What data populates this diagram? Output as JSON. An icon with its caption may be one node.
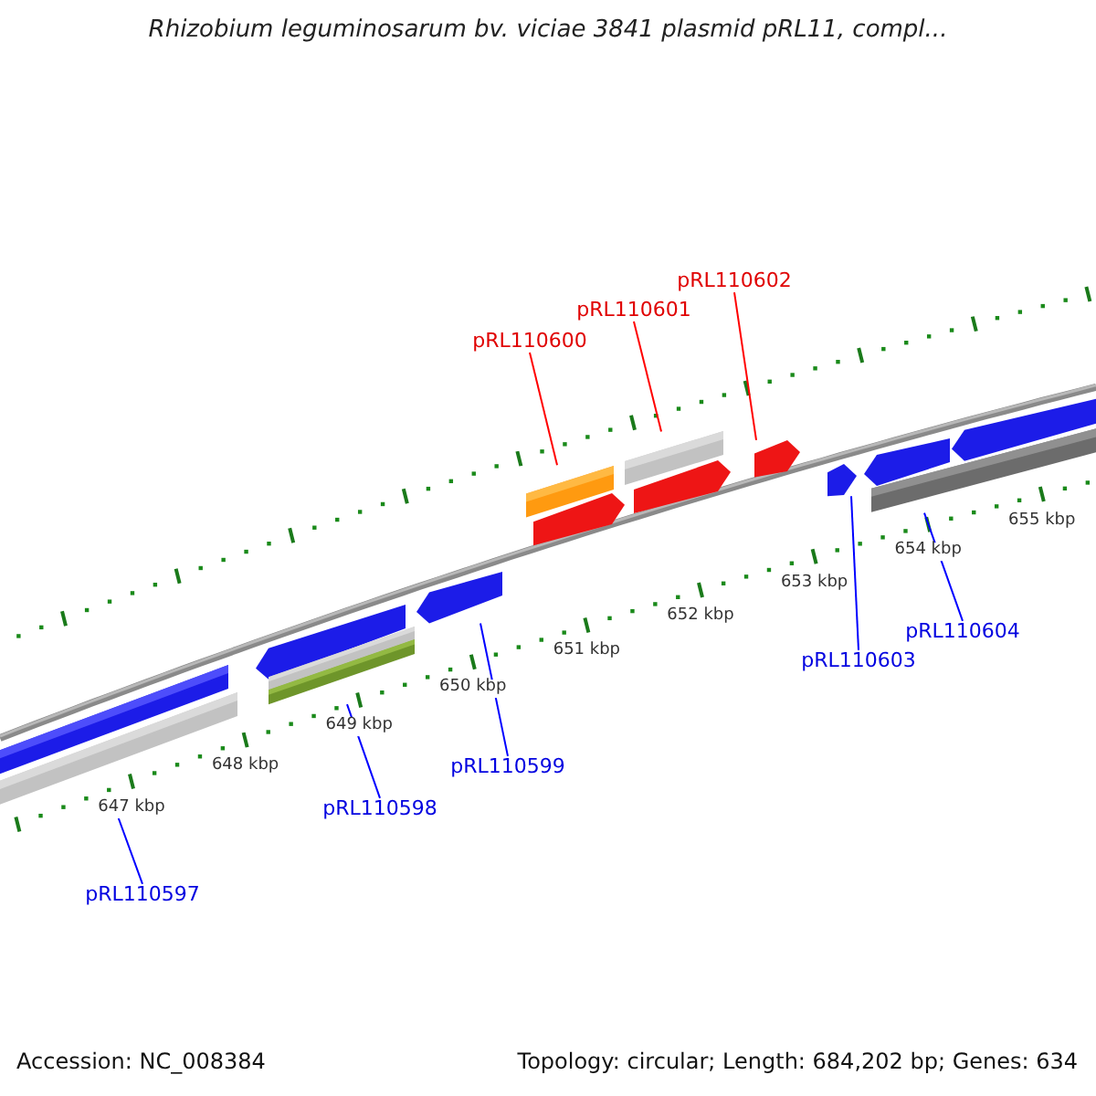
{
  "diagram": {
    "title": "Rhizobium leguminosarum bv. viciae 3841 plasmid pRL11, compl...",
    "nodes": [
      {
        "text": [
          "pRL110602"
        ]
      },
      {
        "text": [
          "pRL110601"
        ]
      },
      {
        "text": [
          "pRL110600"
        ]
      },
      {
        "text": [
          "pRL110604"
        ]
      },
      {
        "text": [
          "pRL110603"
        ]
      },
      {
        "text": [
          "pRL110599"
        ]
      },
      {
        "text": [
          "pRL110598"
        ]
      },
      {
        "text": [
          "pRL110597"
        ]
      },
      {
        "text": [],
        "shape": "bar"
      },
      {
        "text": [],
        "shape": "bar"
      },
      {
        "text": [],
        "shape": "bar"
      },
      {
        "text": [],
        "shape": "bar"
      },
      {
        "text": [],
        "shape": "bar"
      },
      {
        "text": [],
        "shape": "bar"
      },
      {
        "text": [],
        "shape": "bar"
      },
      {
        "text": [],
        "shape": "bar"
      },
      {
        "text": [],
        "shape": "bar"
      },
      {
        "text": [],
        "shape": "bar"
      },
      {
        "text": [],
        "shape": "bar"
      },
      {
        "text": [],
        "shape": "bar"
      },
      {
        "text": [],
        "shape": "bar"
      },
      {
        "text": [],
        "shape": "bar"
      },
      {
        "text": [],
        "shape": "bar"
      }
    ],
    "edges": [
      {
        "from": 0,
        "to": 18,
        "arrow": "none",
        "color": "#ff0000"
      },
      {
        "from": 1,
        "to": 16,
        "arrow": "none",
        "color": "#ff0000"
      },
      {
        "from": 2,
        "to": 14,
        "arrow": "none",
        "color": "#ff0000"
      },
      {
        "from": 3,
        "to": 21,
        "arrow": "none"
      },
      {
        "from": 4,
        "to": 19,
        "arrow": "none"
      },
      {
        "from": 5,
        "to": 13,
        "arrow": "none"
      },
      {
        "from": 6,
        "to": 12,
        "arrow": "none"
      },
      {
        "from": 7,
        "to": 9,
        "arrow": "none"
      }
    ],
    "labels": [
      "647 kbp",
      "648 kbp",
      "649 kbp",
      "650 kbp",
      "651 kbp",
      "652 kbp",
      "653 kbp",
      "654 kbp",
      "655 kbp",
      "Accession: NC_008384",
      "Topology: circular; Length: 684,202 bp; Genes: 634"
    ]
  }
}
